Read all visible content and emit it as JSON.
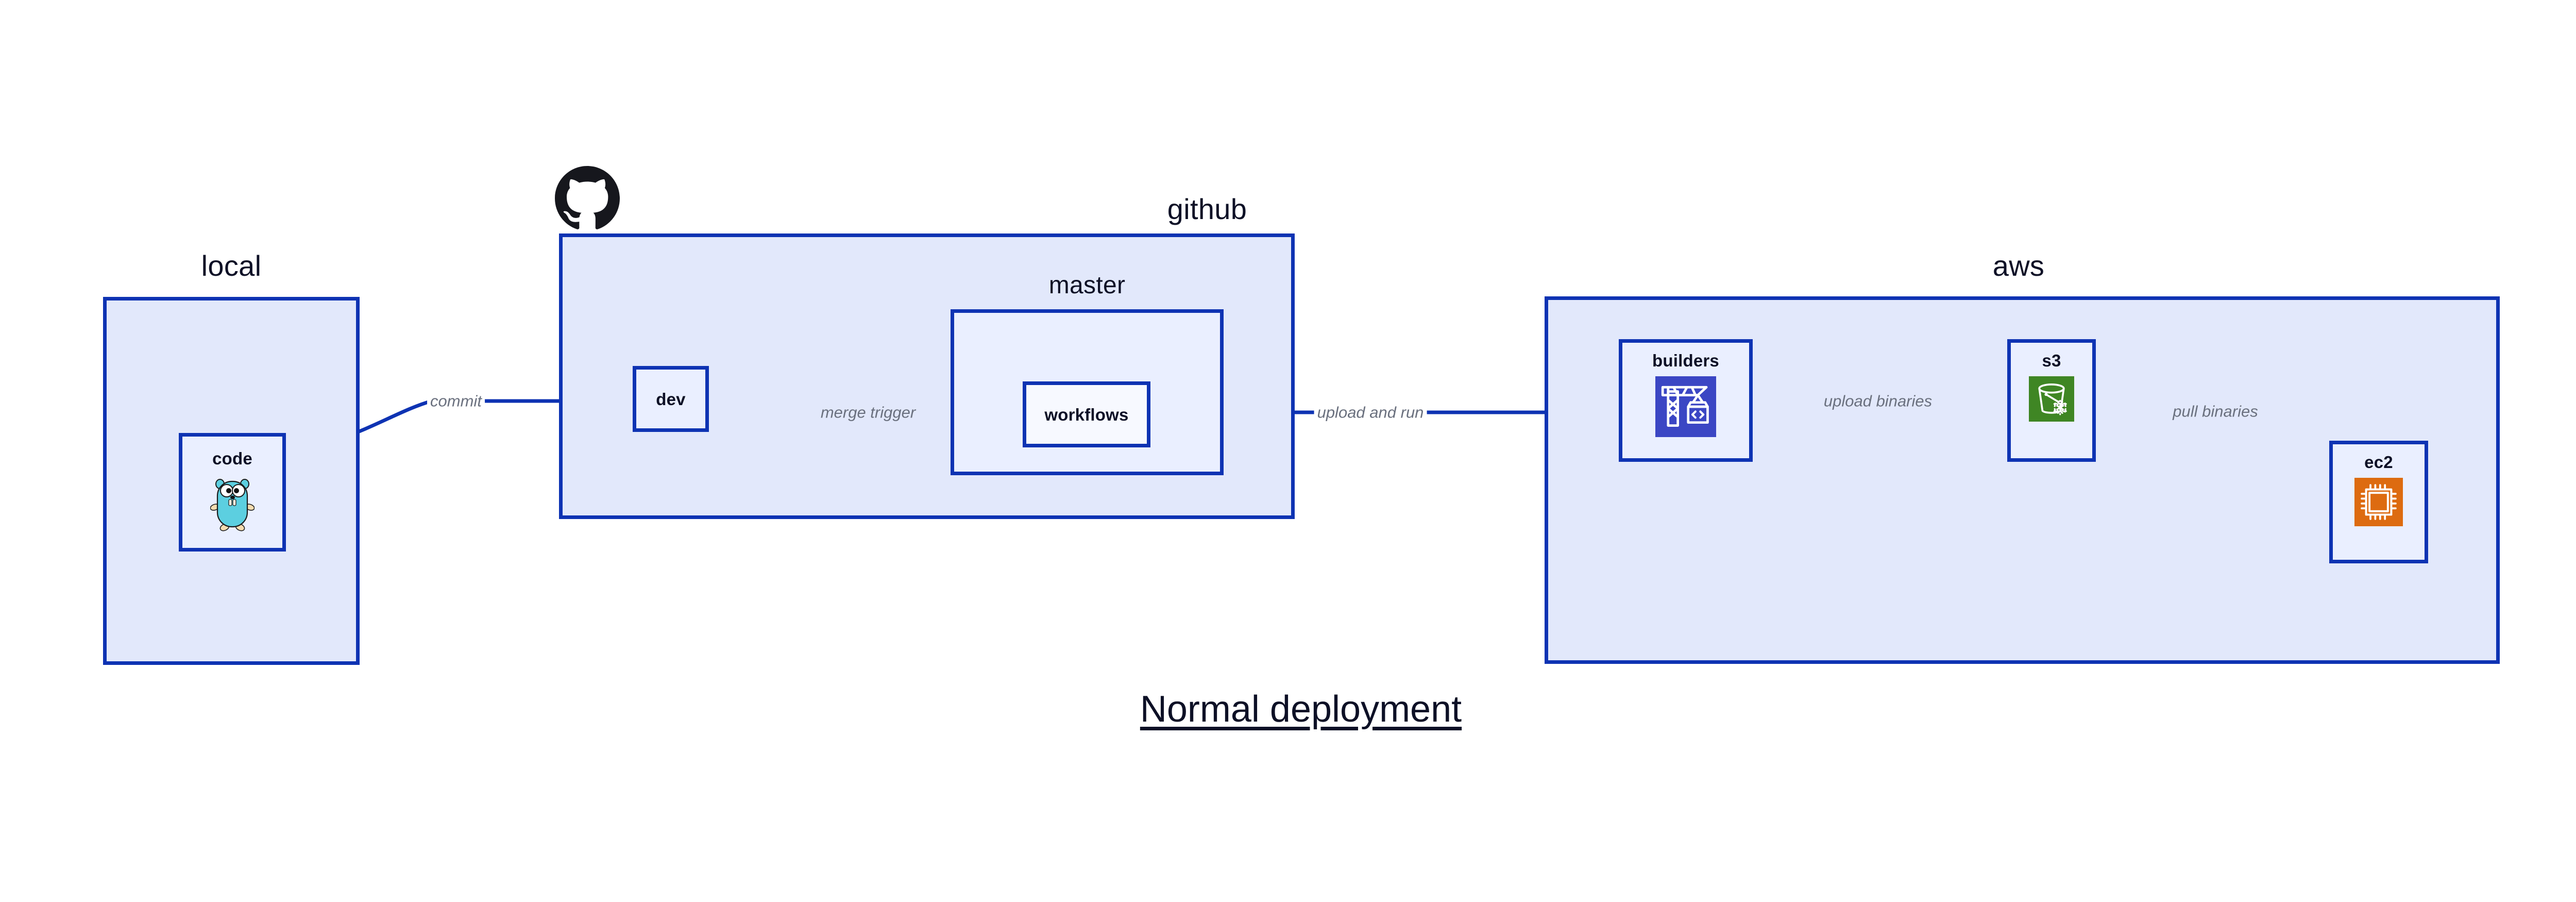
{
  "diagram": {
    "title": "Normal deployment",
    "accent_border": "#0e33b3",
    "group_fill": "#e2e8fb",
    "node_fill": "#eaefff",
    "label_color": "#0d1026",
    "edge_label_color": "#6a707e",
    "background": "#ffffff"
  },
  "groups": [
    {
      "id": "local",
      "label": "local"
    },
    {
      "id": "github",
      "label": "github"
    },
    {
      "id": "master",
      "label": "master"
    },
    {
      "id": "aws",
      "label": "aws"
    }
  ],
  "nodes": [
    {
      "id": "code",
      "label": "code",
      "icon": "go-gopher-icon",
      "icon_color": "#5ccfe0"
    },
    {
      "id": "dev",
      "label": "dev",
      "icon": "none",
      "icon_color": ""
    },
    {
      "id": "workflows",
      "label": "workflows",
      "icon": "none",
      "icon_color": ""
    },
    {
      "id": "builders",
      "label": "builders",
      "icon": "aws-codebuild-icon",
      "icon_color": "#3b46c4"
    },
    {
      "id": "s3",
      "label": "s3",
      "icon": "aws-s3-glacier-icon",
      "icon_color": "#3f8624"
    },
    {
      "id": "ec2",
      "label": "ec2",
      "icon": "aws-ec2-icon",
      "icon_color": "#dd6b10"
    }
  ],
  "edges": [
    {
      "id": "code-dev",
      "from": "code",
      "to": "dev",
      "label": "commit"
    },
    {
      "id": "dev-workflows",
      "from": "dev",
      "to": "workflows",
      "label": "merge trigger"
    },
    {
      "id": "workflows-build",
      "from": "workflows",
      "to": "builders",
      "label": "upload and run"
    },
    {
      "id": "builders-s3",
      "from": "builders",
      "to": "s3",
      "label": "upload binaries"
    },
    {
      "id": "s3-ec2",
      "from": "s3",
      "to": "ec2",
      "label": "pull binaries"
    }
  ],
  "branding": {
    "github_mark": "github-octocat-icon"
  }
}
